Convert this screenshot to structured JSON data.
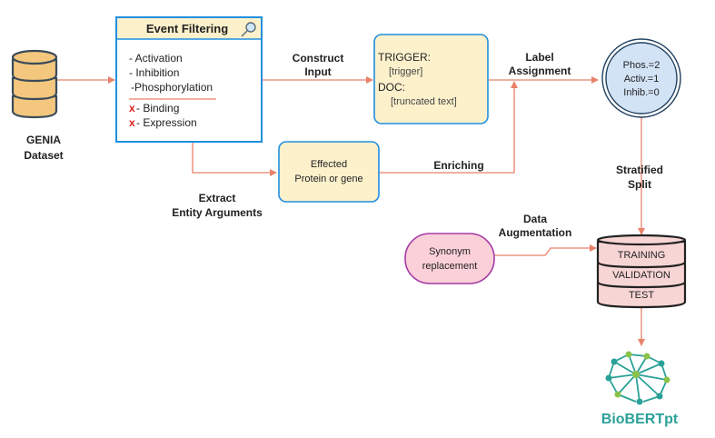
{
  "dataset": {
    "line1": "GENIA",
    "line2": "Dataset"
  },
  "event_filtering": {
    "title": "Event Filtering",
    "kept": [
      "- Activation",
      "- Inhibition",
      "-Phosphorylation"
    ],
    "removed_mark": "x",
    "removed": [
      "- Binding",
      "- Expression"
    ]
  },
  "construct_input": {
    "line1": "Construct",
    "line2": "Input"
  },
  "input_box": {
    "trigger_label": "TRIGGER:",
    "trigger_value": "[trigger]",
    "doc_label": "DOC:",
    "doc_value": "[truncated text]"
  },
  "label_assignment": {
    "line1": "Label",
    "line2": "Assignment"
  },
  "label_circle": {
    "line1": "Phos.=2",
    "line2": "Activ.=1",
    "line3": "Inhib.=0"
  },
  "effected_box": {
    "line1": "Effected",
    "line2": "Protein or gene"
  },
  "enriching": "Enriching",
  "extract_entity": {
    "line1": "Extract",
    "line2": "Entity Arguments"
  },
  "stratified_split": {
    "line1": "Stratified",
    "line2": "Split"
  },
  "data_augmentation": {
    "line1": "Data",
    "line2": "Augmentation"
  },
  "synonym": {
    "line1": "Synonym",
    "line2": "replacement"
  },
  "splits": [
    "TRAINING",
    "VALIDATION",
    "TEST"
  ],
  "model": "BioBERTpt",
  "colors": {
    "arrow": "#e8826a",
    "box_border": "#1f8fe0",
    "box_fill": "#fdf1cc",
    "dataset_fill": "#f4c77e",
    "dataset_stroke": "#3a4a5a",
    "circle_fill": "#d3e3f6",
    "synonym_fill": "#fbd0d8",
    "synonym_border": "#a43aa4",
    "split_fill": "#f8d5d5",
    "model_teal": "#2aa198",
    "model_green": "#8bc34a",
    "removed_mark": "#e02020"
  }
}
